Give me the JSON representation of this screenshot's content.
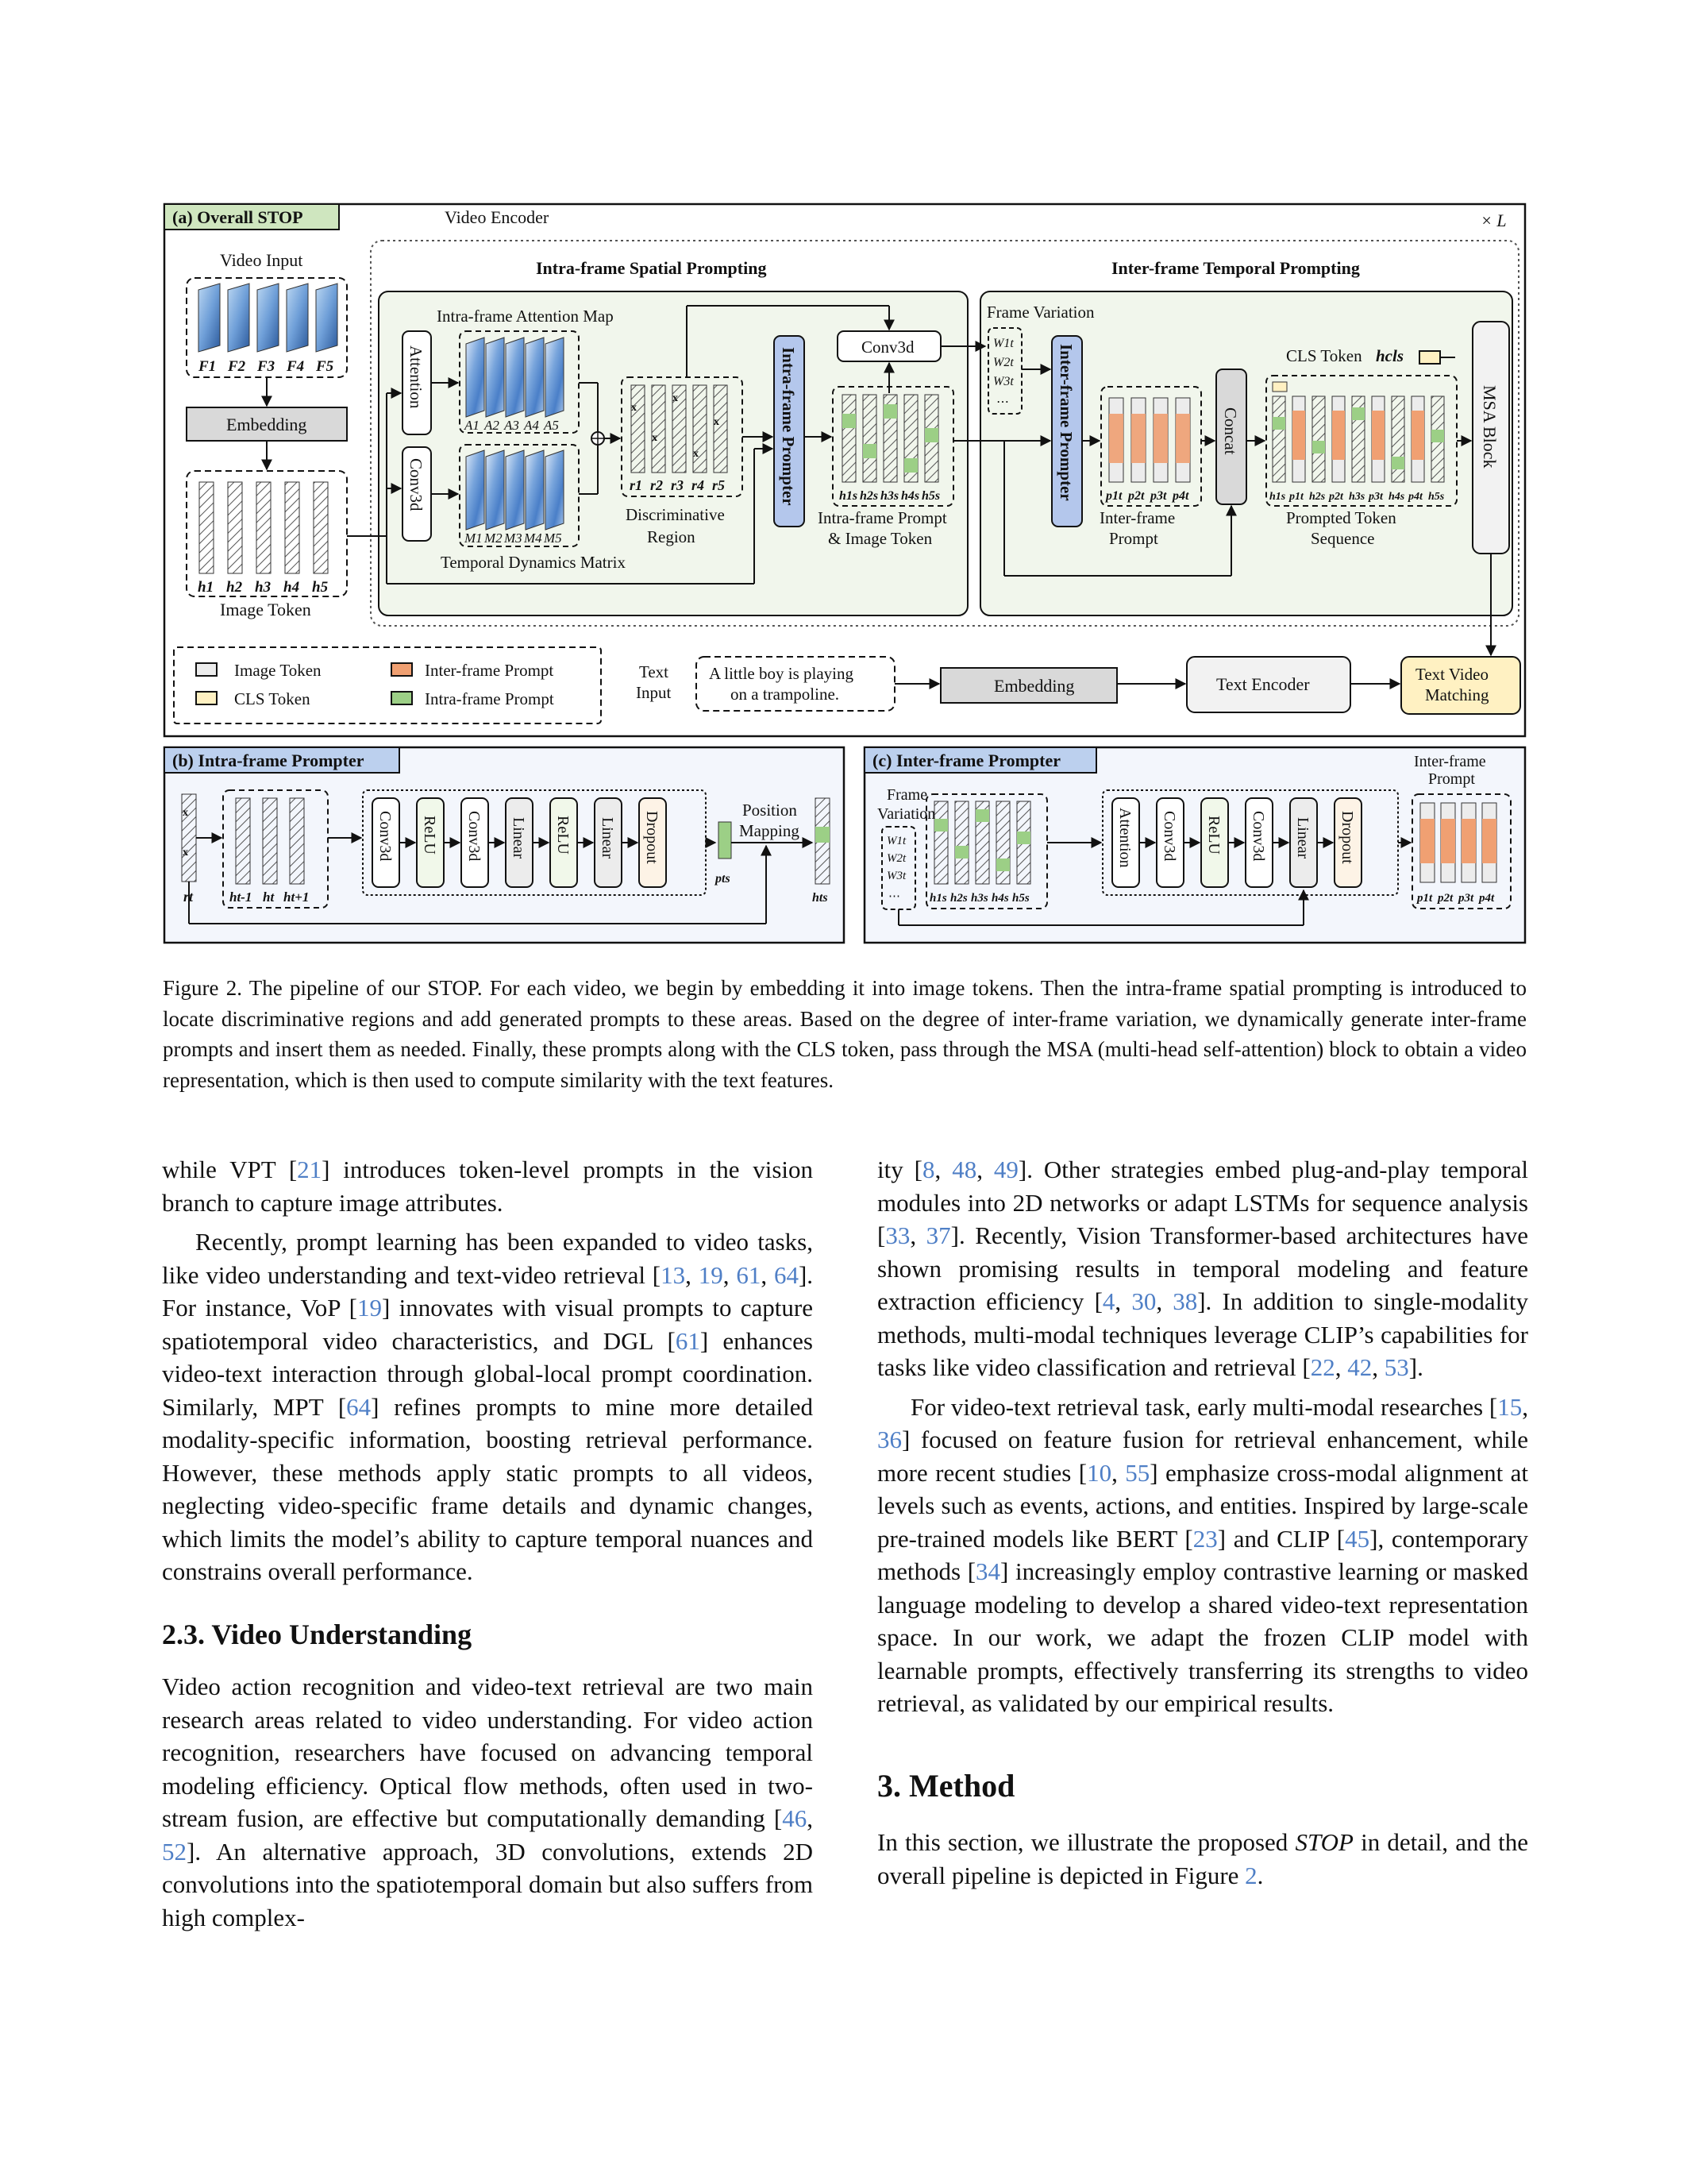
{
  "figure": {
    "panel_a": {
      "title": "(a) Overall STOP",
      "video_encoder": "Video Encoder",
      "repeat": "× L",
      "video_input": "Video Input",
      "frames": [
        "F1",
        "F2",
        "F3",
        "F4",
        "F5"
      ],
      "embedding": "Embedding",
      "image_token_label": "Image Token",
      "image_tokens": [
        "h1",
        "h2",
        "h3",
        "h4",
        "h5"
      ],
      "intra_section": "Intra-frame Spatial Prompting",
      "inter_section": "Inter-frame Temporal Prompting",
      "attention_map_label": "Intra-frame Attention Map",
      "attention": "Attention",
      "conv3d": "Conv3d",
      "attention_maps": [
        "A1",
        "A2",
        "A3",
        "A4",
        "A5"
      ],
      "temporal_maps": [
        "M1",
        "M2",
        "M3",
        "M4",
        "M5"
      ],
      "temporal_dynamics": "Temporal Dynamics Matrix",
      "regions": [
        "r1",
        "r2",
        "r3",
        "r4",
        "r5"
      ],
      "discriminative_region": [
        "Discriminative",
        "Region"
      ],
      "intra_prompter": "Intra-frame Prompter",
      "conv3d_top": "Conv3d",
      "prompt_tokens": [
        "h1s",
        "h2s",
        "h3s",
        "h4s",
        "h5s"
      ],
      "prompt_image_token": [
        "Intra-frame Prompt",
        "& Image Token"
      ],
      "frame_variation": "Frame Variation",
      "w_labels": [
        "W1t",
        "W2t",
        "W3t"
      ],
      "inter_prompter": "Inter-frame Prompter",
      "inter_prompts": [
        "p1t",
        "p2t",
        "p3t",
        "p4t"
      ],
      "inter_prompt_label": [
        "Inter-frame",
        "Prompt"
      ],
      "concat": "Concat",
      "cls_token": "CLS Token",
      "cls_symbol": "hcls",
      "sequence_tokens": [
        "h1s",
        "p1t",
        "h2s",
        "p2t",
        "h3s",
        "p3t",
        "h4s",
        "p4t",
        "h5s"
      ],
      "prompted_sequence": [
        "Prompted Token",
        "Sequence"
      ],
      "msa_block": "MSA Block",
      "legend": [
        "Image Token",
        "Inter-frame Prompt",
        "CLS Token",
        "Intra-frame Prompt"
      ],
      "text_input": [
        "Text",
        "Input"
      ],
      "text_sample": [
        "A little boy is playing",
        "on a trampoline."
      ],
      "text_embedding": "Embedding",
      "text_encoder": "Text Encoder",
      "matching": [
        "Text Video",
        "Matching"
      ]
    },
    "panel_b": {
      "title": "(b) Intra-frame Prompter",
      "input_region": "rt",
      "input_tokens": [
        "ht-1",
        "ht",
        "ht+1"
      ],
      "layers": [
        "Conv3d",
        "ReLU",
        "Conv3d",
        "Linear",
        "ReLU",
        "Linear",
        "Dropout"
      ],
      "output_prompt": "pts",
      "position_mapping": [
        "Position",
        "Mapping"
      ],
      "output_token": "hts"
    },
    "panel_c": {
      "title": "(c) Inter-frame Prompter",
      "frame_variation": [
        "Frame",
        "Variation"
      ],
      "w_labels": [
        "W1t",
        "W2t",
        "W3t"
      ],
      "input_tokens": [
        "h1s",
        "h2s",
        "h3s",
        "h4s",
        "h5s"
      ],
      "layers": [
        "Attention",
        "Conv3d",
        "ReLU",
        "Conv3d",
        "Linear",
        "Dropout"
      ],
      "output_label": [
        "Inter-frame",
        "Prompt"
      ],
      "outputs": [
        "p1t",
        "p2t",
        "p3t",
        "p4t"
      ]
    },
    "colors": {
      "image_token": "#ececec",
      "inter_prompt": "#f0a072",
      "intra_prompt": "#9ccf86",
      "cls_token": "#fff1c2",
      "prompter": "#b4c7ec",
      "section_fill": "#f1f6ec",
      "title_green": "#cfe6bf",
      "title_blue": "#bcd0ee"
    }
  },
  "caption": "Figure 2. The pipeline of our STOP. For each video, we begin by embedding it into image tokens. Then the intra-frame spatial prompting is introduced to locate discriminative regions and add generated prompts to these areas. Based on the degree of inter-frame variation, we dynamically generate inter-frame prompts and insert them as needed. Finally, these prompts along with the CLS token, pass through the MSA (multi-head self-attention) block to obtain a video representation, which is then used to compute similarity with the text features.",
  "left_column": {
    "p1": [
      "while VPT [",
      "21",
      "] introduces token-level prompts in the vision branch to capture image attributes."
    ],
    "p2": [
      "Recently, prompt learning has been expanded to video tasks, like video understanding and text-video retrieval [",
      "13",
      ", ",
      "19",
      ", ",
      "61",
      ", ",
      "64",
      "]. For instance, VoP [",
      "19",
      "] innovates with visual prompts to capture spatiotemporal video characteristics, and DGL [",
      "61",
      "] enhances video-text interaction through global-local prompt coordination. Similarly, MPT [",
      "64",
      "] refines prompts to mine more detailed modality-specific information, boosting retrieval performance. However, these methods apply static prompts to all videos, neglecting video-specific frame details and dynamic changes, which limits the model’s ability to capture temporal nuances and constrains overall performance."
    ],
    "heading": "2.3. Video Understanding",
    "p3": [
      "Video action recognition and video-text retrieval are two main research areas related to video understanding. For video action recognition, researchers have focused on advancing temporal modeling efficiency. Optical flow methods, often used in two-stream fusion, are effective but computationally demanding [",
      "46",
      ", ",
      "52",
      "]. An alternative approach, 3D convolutions, extends 2D convolutions into the spatiotemporal domain but also suffers from high complex-"
    ]
  },
  "right_column": {
    "p1": [
      "ity [",
      "8",
      ", ",
      "48",
      ", ",
      "49",
      "]. Other strategies embed plug-and-play temporal modules into 2D networks or adapt LSTMs for sequence analysis [",
      "33",
      ", ",
      "37",
      "]. Recently, Vision Transformer-based architectures have shown promising results in temporal modeling and feature extraction efficiency [",
      "4",
      ", ",
      "30",
      ", ",
      "38",
      "]. In addition to single-modality methods, multi-modal techniques leverage CLIP’s capabilities for tasks like video classification and retrieval [",
      "22",
      ", ",
      "42",
      ", ",
      "53",
      "]."
    ],
    "p2": [
      "For video-text retrieval task, early multi-modal researches [",
      "15",
      ", ",
      "36",
      "] focused on feature fusion for retrieval enhancement, while more recent studies [",
      "10",
      ", ",
      "55",
      "] emphasize cross-modal alignment at levels such as events, actions, and entities. Inspired by large-scale pre-trained models like BERT [",
      "23",
      "] and CLIP [",
      "45",
      "], contemporary methods [",
      "34",
      "] increasingly employ contrastive learning or masked language modeling to develop a shared video-text representation space. In our work, we adapt the frozen CLIP model with learnable prompts, effectively transferring its strengths to video retrieval, as validated by our empirical results."
    ],
    "heading": "3. Method",
    "p3": [
      "In this section, we illustrate the proposed ",
      "STOP",
      " in detail, and the overall pipeline is depicted in Figure ",
      "2",
      "."
    ]
  }
}
